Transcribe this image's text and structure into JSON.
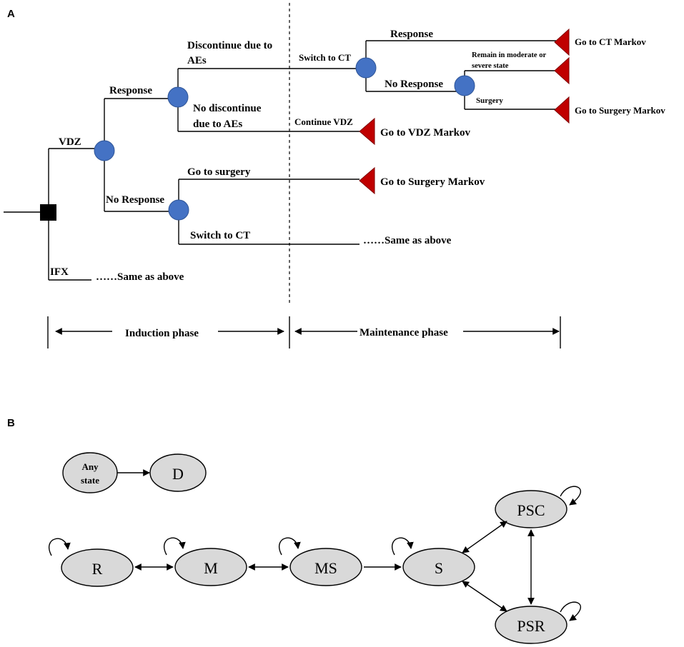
{
  "panel_a": {
    "label": "A",
    "decision_tree": {
      "vdz": "VDZ",
      "ifx": "IFX",
      "response": "Response",
      "no_response": "No Response",
      "discontinue_line1": "Discontinue due to",
      "discontinue_line2": "AEs",
      "no_discontinue_line1": "No discontinue",
      "no_discontinue_line2": "due to AEs",
      "go_to_surgery": "Go to surgery",
      "switch_to_ct": "Switch to CT",
      "switch_to_ct_upper": "Switch to CT",
      "continue_vdz": "Continue VDZ",
      "ct_response": "Response",
      "ct_no_response": "No Response",
      "remain_line1": "Remain in moderate or",
      "remain_line2": "severe state",
      "surgery": "Surgery",
      "go_to_ct_markov": "Go to CT Markov",
      "go_to_surgery_markov_upper": "Go to Surgery Markov",
      "go_to_vdz_markov": "Go to VDZ Markov",
      "go_to_surgery_markov": "Go to Surgery Markov",
      "same_as_above_ct": "……Same as above",
      "same_as_above_ifx": "……Same as above"
    },
    "phases": {
      "induction": "Induction phase",
      "maintenance": "Maintenance phase"
    }
  },
  "panel_b": {
    "label": "B",
    "states": {
      "any_state_line1": "Any",
      "any_state_line2": "state",
      "d": "D",
      "r": "R",
      "m": "M",
      "ms": "MS",
      "s": "S",
      "psc": "PSC",
      "psr": "PSR"
    }
  },
  "colors": {
    "chance_node": "#4472c4",
    "terminal_node": "#c00000",
    "decision_node": "#000000",
    "state_fill": "#d9d9d9"
  }
}
